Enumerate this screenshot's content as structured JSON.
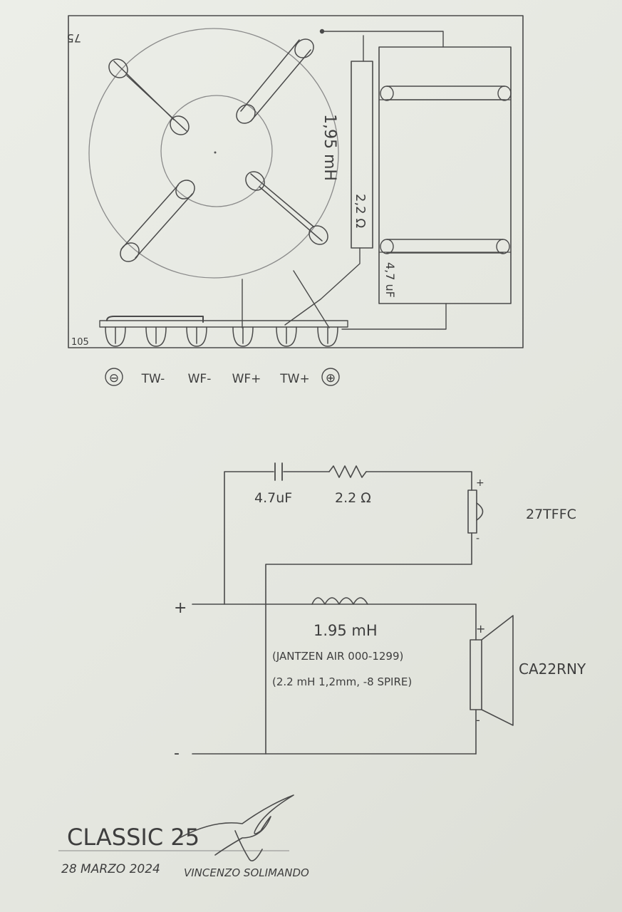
{
  "layout_drawing": {
    "dimension_height": "75",
    "dimension_width": "105",
    "coil_label": "1,95 mH",
    "resistor_label": "2,2 Ω",
    "capacitor_label": "4,7 uF",
    "terminals": [
      "⊖",
      "TW-",
      "WF-",
      "WF+",
      "TW+",
      "⊕"
    ]
  },
  "schematic": {
    "capacitor_label": "4.7uF",
    "resistor_label": "2.2 Ω",
    "tweeter_name": "27TFFC",
    "woofer_name": "CA22RNY",
    "inductor_label": "1.95 mH",
    "inductor_note_line1": "(JANTZEN AIR 000-1299)",
    "inductor_note_line2": "(2.2 mH 1,2mm, -8 SPIRE)",
    "input_plus": "+",
    "input_minus": "-",
    "tweeter_plus": "+",
    "tweeter_minus": "-",
    "woofer_plus": "+",
    "woofer_minus": "-"
  },
  "footer": {
    "title": "CLASSIC 25",
    "date": "28 MARZO 2024",
    "author": "VINCENZO SOLIMANDO"
  },
  "colors": {
    "ink": "#4a4a4a",
    "paper": "#e6e8e1"
  }
}
